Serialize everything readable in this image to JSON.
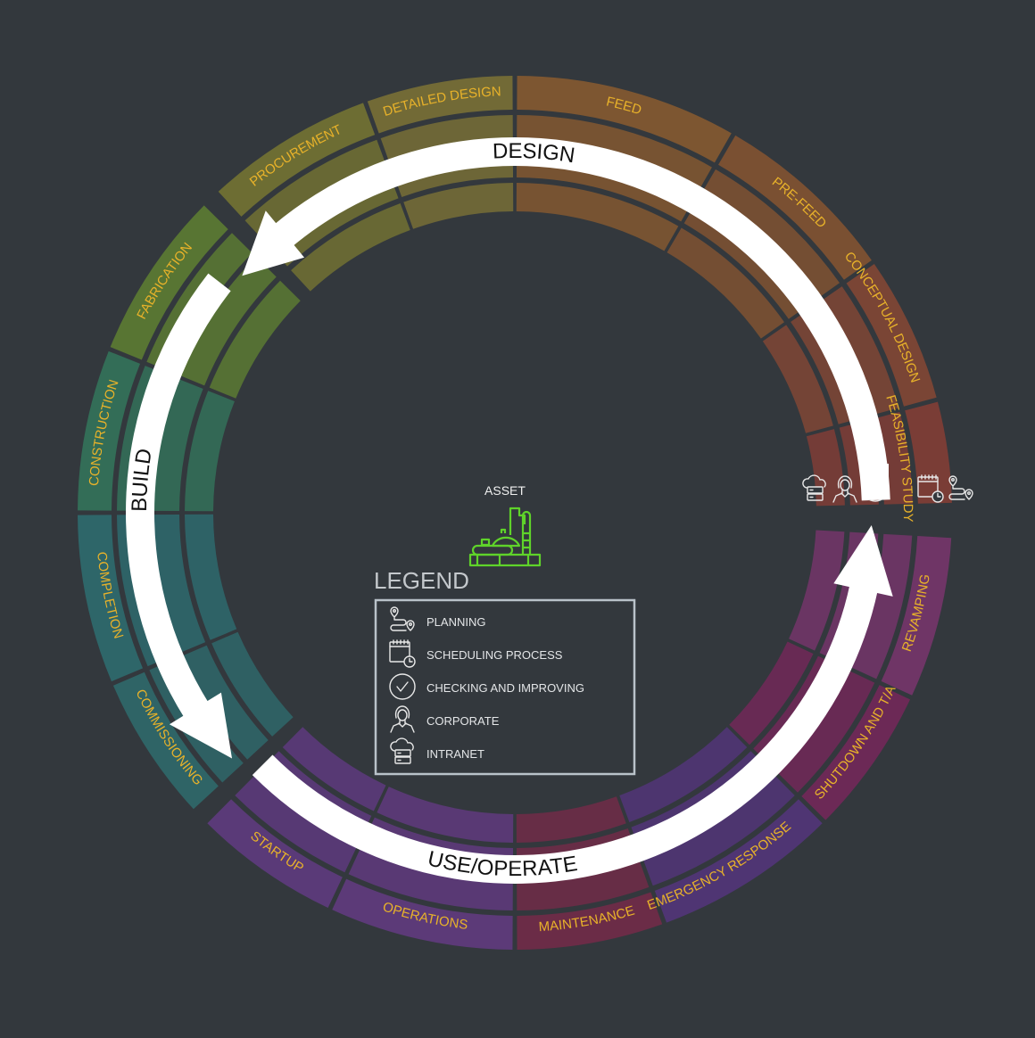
{
  "background": "#33383d",
  "label_color": "#e8b22a",
  "phases": [
    {
      "name": "DESIGN"
    },
    {
      "name": "BUILD"
    },
    {
      "name": "USE/OPERATE"
    }
  ],
  "segments": [
    {
      "label": "FEED",
      "color": "#7d5631"
    },
    {
      "label": "PRE-FEED",
      "color": "#7a5032"
    },
    {
      "label": "CONCEPTUAL DESIGN",
      "color": "#7a4535"
    },
    {
      "label": "FEASIBILITY STUDY",
      "color": "#7a3d36"
    },
    {
      "label": "REVAMPING",
      "color": "#6f3566"
    },
    {
      "label": "SHUTDOWN AND T/A",
      "color": "#6c2956"
    },
    {
      "label": "EMERGENCY RESPONSE",
      "color": "#4f3573"
    },
    {
      "label": "MAINTENANCE",
      "color": "#6b2c47"
    },
    {
      "label": "OPERATIONS",
      "color": "#5c3a78"
    },
    {
      "label": "STARTUP",
      "color": "#5a3a78"
    },
    {
      "label": "COMMISSIONING",
      "color": "#2f6466"
    },
    {
      "label": "COMPLETION",
      "color": "#2e6669"
    },
    {
      "label": "CONSTRUCTION",
      "color": "#336d57"
    },
    {
      "label": "FABRICATION",
      "color": "#587533"
    },
    {
      "label": "PROCUREMENT",
      "color": "#6d6d33"
    },
    {
      "label": "DETAILED DESIGN",
      "color": "#726a36"
    }
  ],
  "center": {
    "title": "ASSET",
    "icon": "industrial-plant-icon",
    "icon_color": "#5fd32a"
  },
  "legend": {
    "title": "LEGEND",
    "items": [
      {
        "label": "PLANNING",
        "icon": "planning-route-icon"
      },
      {
        "label": "SCHEDULING PROCESS",
        "icon": "calendar-clock-icon"
      },
      {
        "label": "CHECKING AND IMPROVING",
        "icon": "check-circle-icon"
      },
      {
        "label": "CORPORATE",
        "icon": "person-icon"
      },
      {
        "label": "INTRANET",
        "icon": "cloud-server-icon"
      }
    ]
  },
  "icon_row": [
    "cloud-server-icon",
    "person-icon",
    "check-circle-icon",
    "calendar-clock-icon",
    "planning-route-icon"
  ]
}
